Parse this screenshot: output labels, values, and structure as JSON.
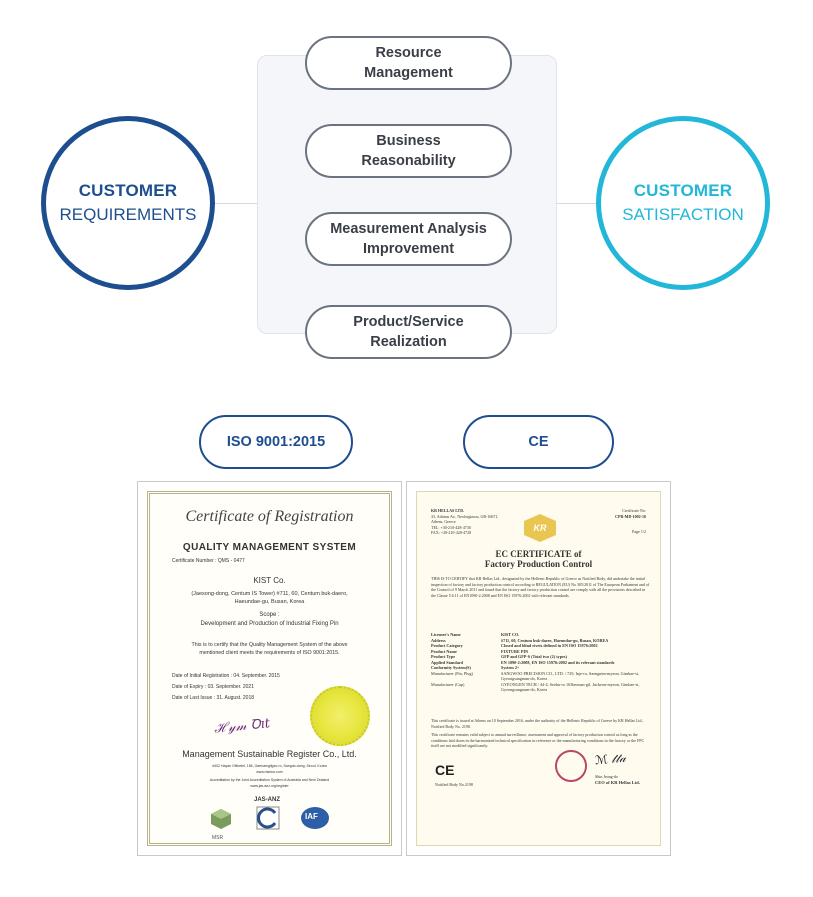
{
  "diagram": {
    "requirements": {
      "line1": "CUSTOMER",
      "line2": "REQUIREMENTS",
      "color": "#1d4e8f"
    },
    "satisfaction": {
      "line1": "CUSTOMER",
      "line2": "SATISFACTION",
      "color": "#22b6d8"
    },
    "steps": [
      {
        "line1": "Resource",
        "line2": "Management"
      },
      {
        "line1": "Business",
        "line2": "Reasonability"
      },
      {
        "line1": "Measurement Analysis",
        "line2": "Improvement"
      },
      {
        "line1": "Product/Service",
        "line2": "Realization"
      }
    ]
  },
  "certifications": {
    "iso_label": "ISO 9001:2015",
    "ce_label": "CE"
  },
  "iso_certificate": {
    "title": "Certificate of Registration",
    "system": "QUALITY MANAGEMENT SYSTEM",
    "number": "Certificate Number : QMS - 0477",
    "company": "KIST Co.",
    "address": "(Jaesong-dong, Centum IS Tower) #711, 60, Centum buk-daero, Haeundae-gu, Busan, Korea",
    "scope_label": "Scope :",
    "scope": "Development and Production of Industrial Fixing Pin",
    "statement": "This is to certify that the Quality Management System of the above mentioned client meets the requirements of ISO 9001:2015.",
    "date_initial": "Date of Initial Registration : 04. September. 2015",
    "date_expiry": "Date of Expiry : 03. September. 2021",
    "date_last": "Date of Last Issue : 31. August. 2018",
    "issuer": "Management Sustainable Register Co., Ltd.",
    "issuer_address": "#402 Hayan Officetel, 156, Gaenamgilgeo-ro, Sangdo-dong, Seoul, Korea",
    "issuer_site": "www.msrkor.com",
    "accreditation": "Accreditation by the Joint Accreditation System of Australia and New Zealand",
    "accreditation_site": "www.jas-anz.org/register",
    "logo_jas": "JAS-ANZ",
    "logo_msr": "MSR",
    "logo_iaf": "IAF"
  },
  "ce_certificate": {
    "issuer_name": "KR HELLAS LTD.",
    "issuer_address": "33, Athinas Av., Neoloigimou, GR-16671, Athens, Greece",
    "issuer_tel": "TEL: +30-210-428-4730",
    "issuer_fax": "FAX: +30-210-428-4728",
    "cert_no_label": "Certificate No:",
    "cert_no": "CPR-MD-1002-16",
    "page": "Page 1/2",
    "kr_logo": "KR",
    "title_line1": "EC CERTIFICATE of",
    "title_line2": "Factory Production Control",
    "intro": "THIS IS TO CERTIFY that KR Hellas Ltd., designated by the Hellenic Republic of Greece as Notified Body, did undertake the initial inspection of factory and factory production control according to REGULATION (EU) No 305/2011 of The European Parliament and of the Council of 9 March 2011 and found that the factory and factory production control are comply with all the provisions described in the Clause 5.6.11 of EN1090-2:2008 and EN ISO 15976:2002 with relevant standards.",
    "rows": [
      {
        "key": "Licensee's Name",
        "value": "KIST CO."
      },
      {
        "key": "Address",
        "value": "#711, 60, Centum buk-daero, Haeundae-gu, Busan, KOREA"
      },
      {
        "key": "Product Category",
        "value": "Closed and blind rivets defined in EN ISO 15976:2002"
      },
      {
        "key": "Product Name",
        "value": "FIXTURE PIN"
      },
      {
        "key": "Product Type",
        "value": "GFP and GFP-S (Total two (2) types)"
      },
      {
        "key": "Applied Standard",
        "value": "EN 1090-2:2008, EN ISO 15976:2002 and its relevant standards"
      },
      {
        "key": "Conformity System(S)",
        "value": "System 2+"
      },
      {
        "key": "Manufacturer (Pin, Plug)",
        "value": "SANGWOO PRECISION CO., LTD. / 729, Inje-ro, Saengnim-myeon, Gimhae-si, Gyeongsangnam-do, Korea"
      },
      {
        "key": "Manufacturer (Cap)",
        "value": "GYEONGJIN TECH / 44-4, Seobu-ro 163beonan-gil, Jucheon-myeon, Gimhae-si, Gyeongsangnam-do, Korea"
      }
    ],
    "issued": "This certificate is issued at Athens on 10 September 2016, under the authority of the Hellenic Republic of Greece by KR Hellas Ltd., Notified Body No. 2198.",
    "validity": "This certificate remains valid subject to annual surveillance, assessment and approval of factory production control as long as the conditions laid down in the harmonized technical specification in reference or the manufacturing conditions in the factory or the FPC itself are not modified significantly.",
    "ce_mark": "CE",
    "notified_body": "Notified Body No.2198",
    "signer": "Shin Jeong-do",
    "signer_title": "CEO of KR Hellas Ltd."
  }
}
